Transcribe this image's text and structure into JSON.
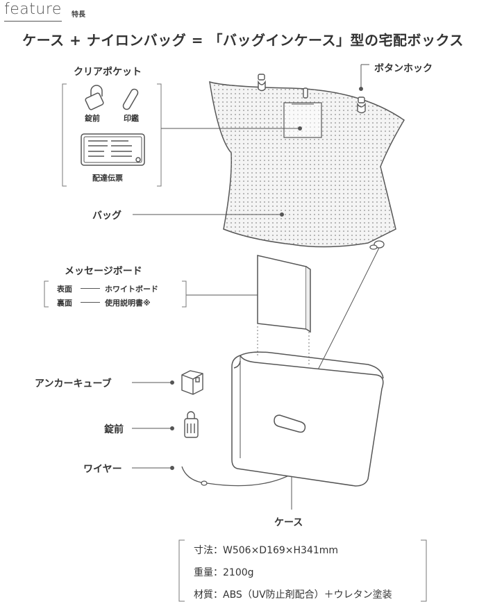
{
  "header": {
    "feature_label": "feature",
    "feature_sub": "特長"
  },
  "title": "ケース + ナイロンバッグ = 「バッグインケース」型の宅配ボックス",
  "callouts": {
    "clear_pocket": "クリアポケット",
    "padlock_small": "錠前",
    "seal": "印鑑",
    "delivery_slip": "配達伝票",
    "button_hook": "ボタンホック",
    "bag": "バッグ",
    "message_board": "メッセージボード",
    "front_label": "表面",
    "front_value": "ホワイトボード",
    "back_label": "裏面",
    "back_value": "使用説明書※",
    "anchor_cube": "アンカーキューブ",
    "padlock": "錠前",
    "wire": "ワイヤー",
    "case": "ケース"
  },
  "specs": [
    "寸法：W506×D169×H341mm",
    "重量：2100g",
    "材質：ABS（UV防止剤配合）＋ウレタン塗装"
  ],
  "colors": {
    "line": "#555555",
    "bag_fill": "#f4f4f4",
    "bag_dots": "#8a8a8a"
  }
}
